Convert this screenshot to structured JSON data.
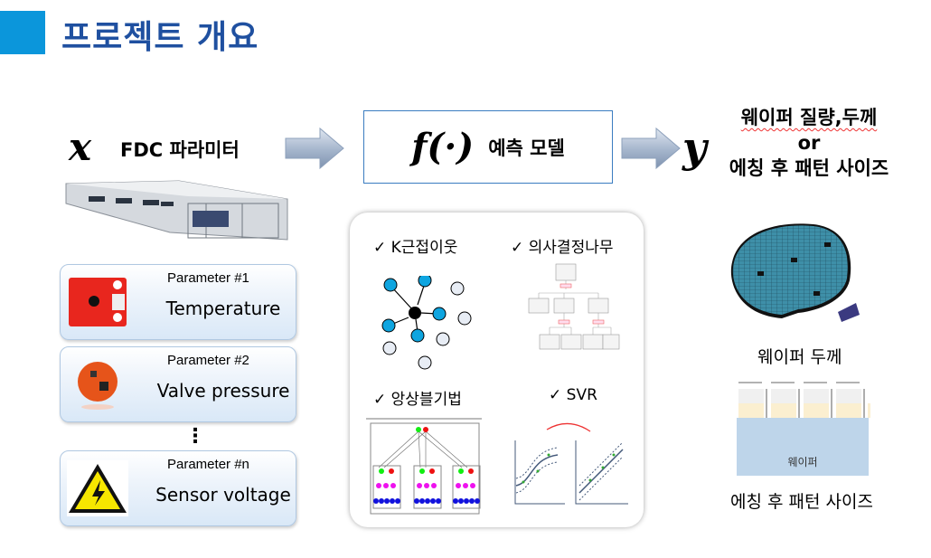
{
  "title": "프로젝트 개요",
  "input": {
    "symbol": "x",
    "label": "FDC 파라미터"
  },
  "model": {
    "symbol": "f(·)",
    "label": "예측 모델"
  },
  "output": {
    "symbol": "y",
    "line1": "웨이퍼 질량,두께",
    "line2": "or",
    "line3": "에칭 후 패턴 사이즈"
  },
  "parameters": [
    {
      "label": "Parameter #1",
      "name": "Temperature",
      "icon": "temperature-sensor-icon"
    },
    {
      "label": "Parameter #2",
      "name": "Valve pressure",
      "icon": "pressure-sensor-icon"
    },
    {
      "label": "Parameter #n",
      "name": "Sensor voltage",
      "icon": "high-voltage-warning-icon"
    }
  ],
  "ellipsis": "⋮",
  "methods": [
    "✓ K근접이웃",
    "✓ 의사결정나무",
    "✓ 앙상블기법",
    "✓ SVR"
  ],
  "outputs": {
    "wafer_caption": "웨이퍼 두께",
    "pattern_caption": "에칭 후 패턴 사이즈",
    "wafer_label": "웨이퍼"
  },
  "colors": {
    "title": "#1f50a0",
    "accent": "#0b96db",
    "knn_blue": "#0ea5e0"
  }
}
